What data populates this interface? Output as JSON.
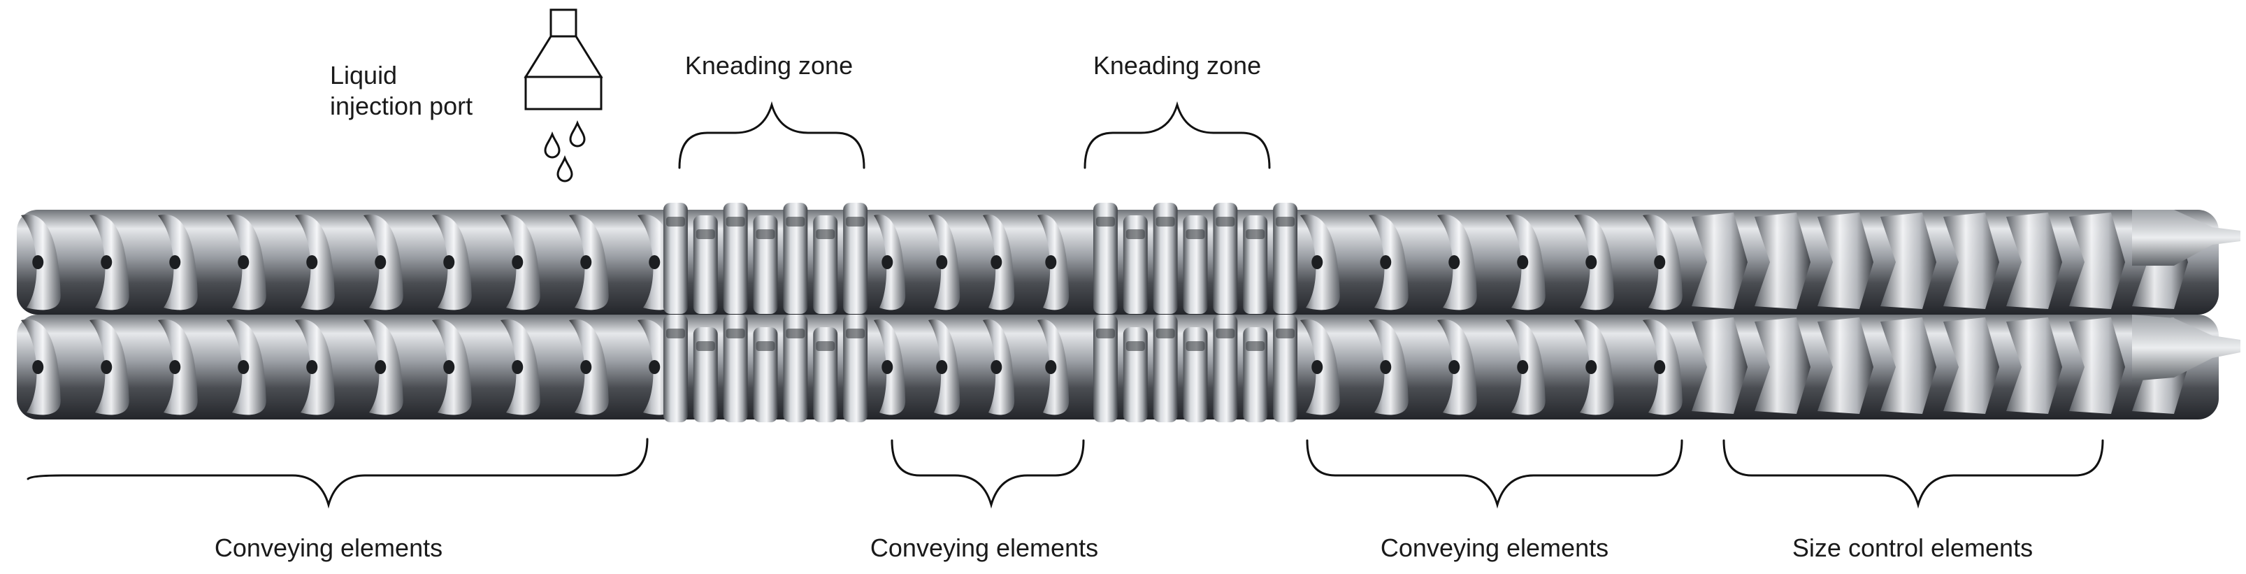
{
  "labels": {
    "liquid_injection_port": "Liquid\ninjection port",
    "kneading_zone_1": "Kneading zone",
    "kneading_zone_2": "Kneading zone",
    "conveying_1": "Conveying elements",
    "conveying_2": "Conveying elements",
    "conveying_3": "Conveying elements",
    "size_control": "Size control elements"
  },
  "colors": {
    "line": "#111111",
    "steel_dark": "#2b2d30",
    "steel_mid": "#8c9096",
    "steel_light": "#dfe2e6",
    "steel_highlight": "#f7f8fa"
  }
}
